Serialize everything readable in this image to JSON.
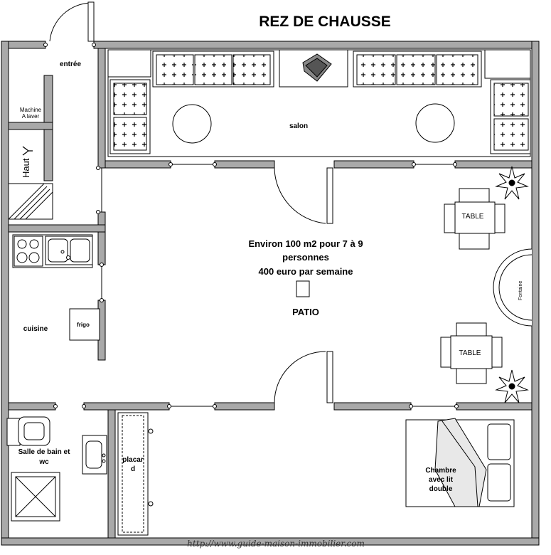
{
  "title": "REZ DE CHAUSSE",
  "rooms": {
    "entree": "entrée",
    "machine_line1": "Machine",
    "machine_line2": "A laver",
    "haut": "Haut",
    "salon": "salon",
    "cuisine": "cuisine",
    "frigo": "frigo",
    "salle_bain_line1": "Salle de bain et",
    "salle_bain_line2": "wc",
    "placard_line1": "placar",
    "placard_line2": "d",
    "chambre_line1": "Chambre",
    "chambre_line2": "avec lit",
    "chambre_line3": "double",
    "table_top": "TABLE",
    "table_bottom": "TABLE",
    "fontaine": "Fontaine"
  },
  "patio": {
    "info_line1": "Environ 100 m2 pour 7 à 9",
    "info_line2": "personnes",
    "info_line3": "400 euro par semaine",
    "label": "PATIO"
  },
  "footer": {
    "url": "http://www.guide-maison-immobilier.com"
  },
  "colors": {
    "wall": "#a9a9a9",
    "outline": "#000000",
    "background": "#ffffff"
  }
}
